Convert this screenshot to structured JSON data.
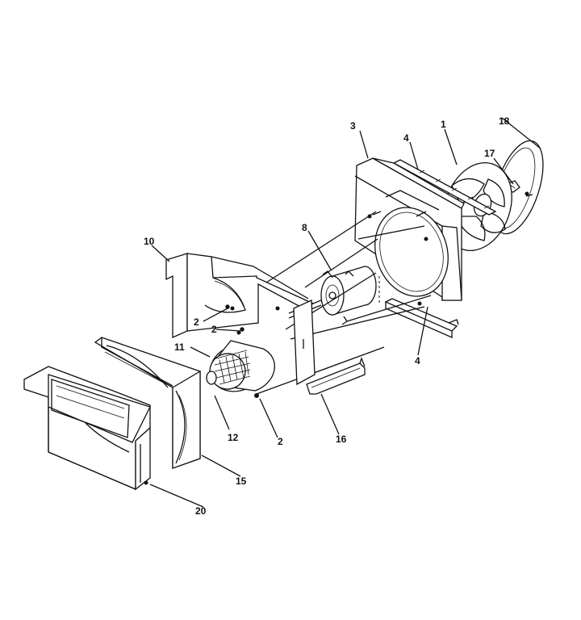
{
  "callouts": [
    {
      "id": "c1",
      "label": "1"
    },
    {
      "id": "c2a",
      "label": "2"
    },
    {
      "id": "c2b",
      "label": "2"
    },
    {
      "id": "c2c",
      "label": "2"
    },
    {
      "id": "c3",
      "label": "3"
    },
    {
      "id": "c4a",
      "label": "4"
    },
    {
      "id": "c4b",
      "label": "4"
    },
    {
      "id": "c8",
      "label": "8"
    },
    {
      "id": "c10",
      "label": "10"
    },
    {
      "id": "c11",
      "label": "11"
    },
    {
      "id": "c12",
      "label": "12"
    },
    {
      "id": "c15",
      "label": "15"
    },
    {
      "id": "c16",
      "label": "16"
    },
    {
      "id": "c17",
      "label": "17"
    },
    {
      "id": "c18",
      "label": "18"
    },
    {
      "id": "c20",
      "label": "20"
    }
  ]
}
